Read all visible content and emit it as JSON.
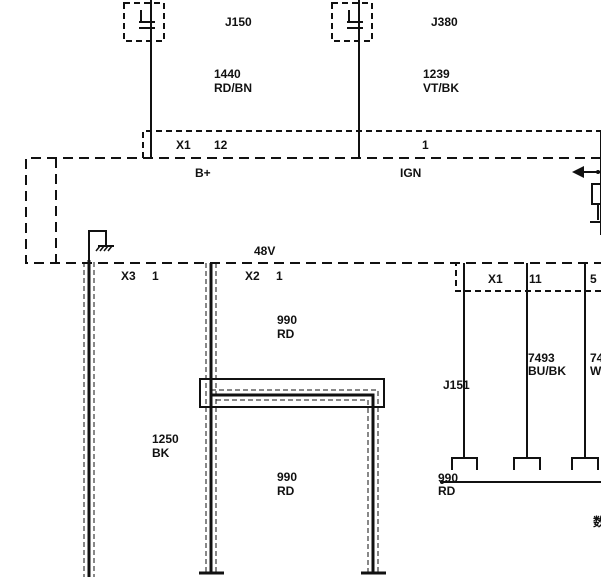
{
  "colors": {
    "ink": "#111111",
    "background": "#ffffff"
  },
  "fuses": {
    "j150": "J150",
    "j380": "J380"
  },
  "wires": {
    "w1440": {
      "number": "1440",
      "color": "RD/BN"
    },
    "w1239": {
      "number": "1239",
      "color": "VT/BK"
    },
    "w990_top": {
      "number": "990",
      "color": "RD"
    },
    "w990_bottom": {
      "number": "990",
      "color": "RD"
    },
    "w1250": {
      "number": "1250",
      "color": "BK"
    },
    "w7493": {
      "number": "7493",
      "color": "BU/BK"
    },
    "w74_partial": {
      "number": "74",
      "color": "W"
    },
    "w990_right": {
      "number": "990",
      "color": "RD"
    }
  },
  "connectors": {
    "x1_top": {
      "name": "X1",
      "pin_a": "12",
      "pin_b": "1"
    },
    "x3": {
      "name": "X3",
      "pin": "1"
    },
    "x2": {
      "name": "X2",
      "pin": "1"
    },
    "x1_bottom": {
      "name": "X1",
      "pin_a": "11",
      "pin_b": "5"
    }
  },
  "module": {
    "b_plus": "B+",
    "ign": "IGN",
    "voltage": "48V"
  },
  "splice": "J151",
  "partial_glyph": "数"
}
